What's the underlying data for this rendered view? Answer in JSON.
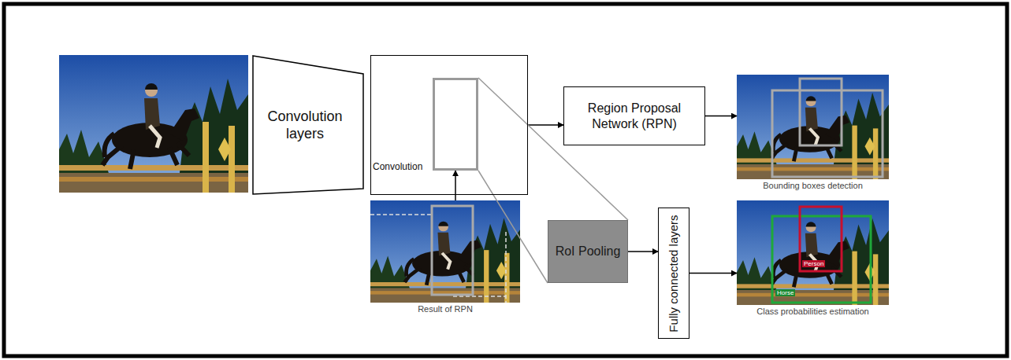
{
  "diagram": {
    "nodes": [
      {
        "text": [
          "Convolution layers"
        ]
      },
      {
        "text": [
          "Convolution"
        ]
      },
      {
        "text": [
          "Region Proposal Network (RPN)"
        ]
      },
      {
        "text": [
          "Bounding boxes detection"
        ]
      },
      {
        "text": [
          "Result of RPN"
        ]
      },
      {
        "text": [
          "RoI Pooling"
        ]
      },
      {
        "text": [
          "Fully connected layers"
        ]
      },
      {
        "text": [
          "Class probabilities estimation"
        ]
      }
    ],
    "edges": [
      {
        "from": 1,
        "to": 2,
        "arrow": "to"
      },
      {
        "from": 2,
        "to": 3,
        "arrow": "to"
      },
      {
        "from": 4,
        "to": 1,
        "arrow": "to"
      },
      {
        "from": 1,
        "to": 5,
        "arrow": "none"
      },
      {
        "from": 5,
        "to": 6,
        "arrow": "to"
      },
      {
        "from": 6,
        "to": 7,
        "arrow": "to"
      }
    ],
    "labels": [
      "Person",
      "Horse"
    ]
  }
}
